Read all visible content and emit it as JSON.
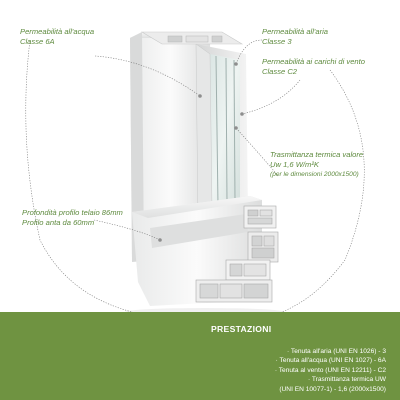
{
  "labels": {
    "water": [
      "Permeabilità all'acqua",
      "Classe 6A"
    ],
    "air": [
      "Permeabilità all'aria",
      "Classe 3"
    ],
    "wind": [
      "Permeabilità ai carichi di vento",
      "Classe C2"
    ],
    "thermal": [
      "Trasmittanza termica valore",
      "Uw 1,6 W/m²K",
      "(per le dimensioni 2000x1500)"
    ],
    "profile": [
      "Profondità profilo telaio 86mm",
      "Profilo anta da 60mm"
    ]
  },
  "performance": {
    "title": "PRESTAZIONI",
    "items": [
      "· Tenuta all'aria (UNI EN 1026) - 3",
      "· Tenuta all'acqua (UNI EN 1027) - 6A",
      "· Tenuta al vento (UNI EN 12211) - C2",
      "· Trasmittanza termica UW",
      "(UNI EN 10077-1) - 1,6 (2000x1500)"
    ]
  },
  "colors": {
    "accent_green": "#6f9341",
    "label_green": "#5e8a3e",
    "profile_white": "#f2f2f2"
  }
}
